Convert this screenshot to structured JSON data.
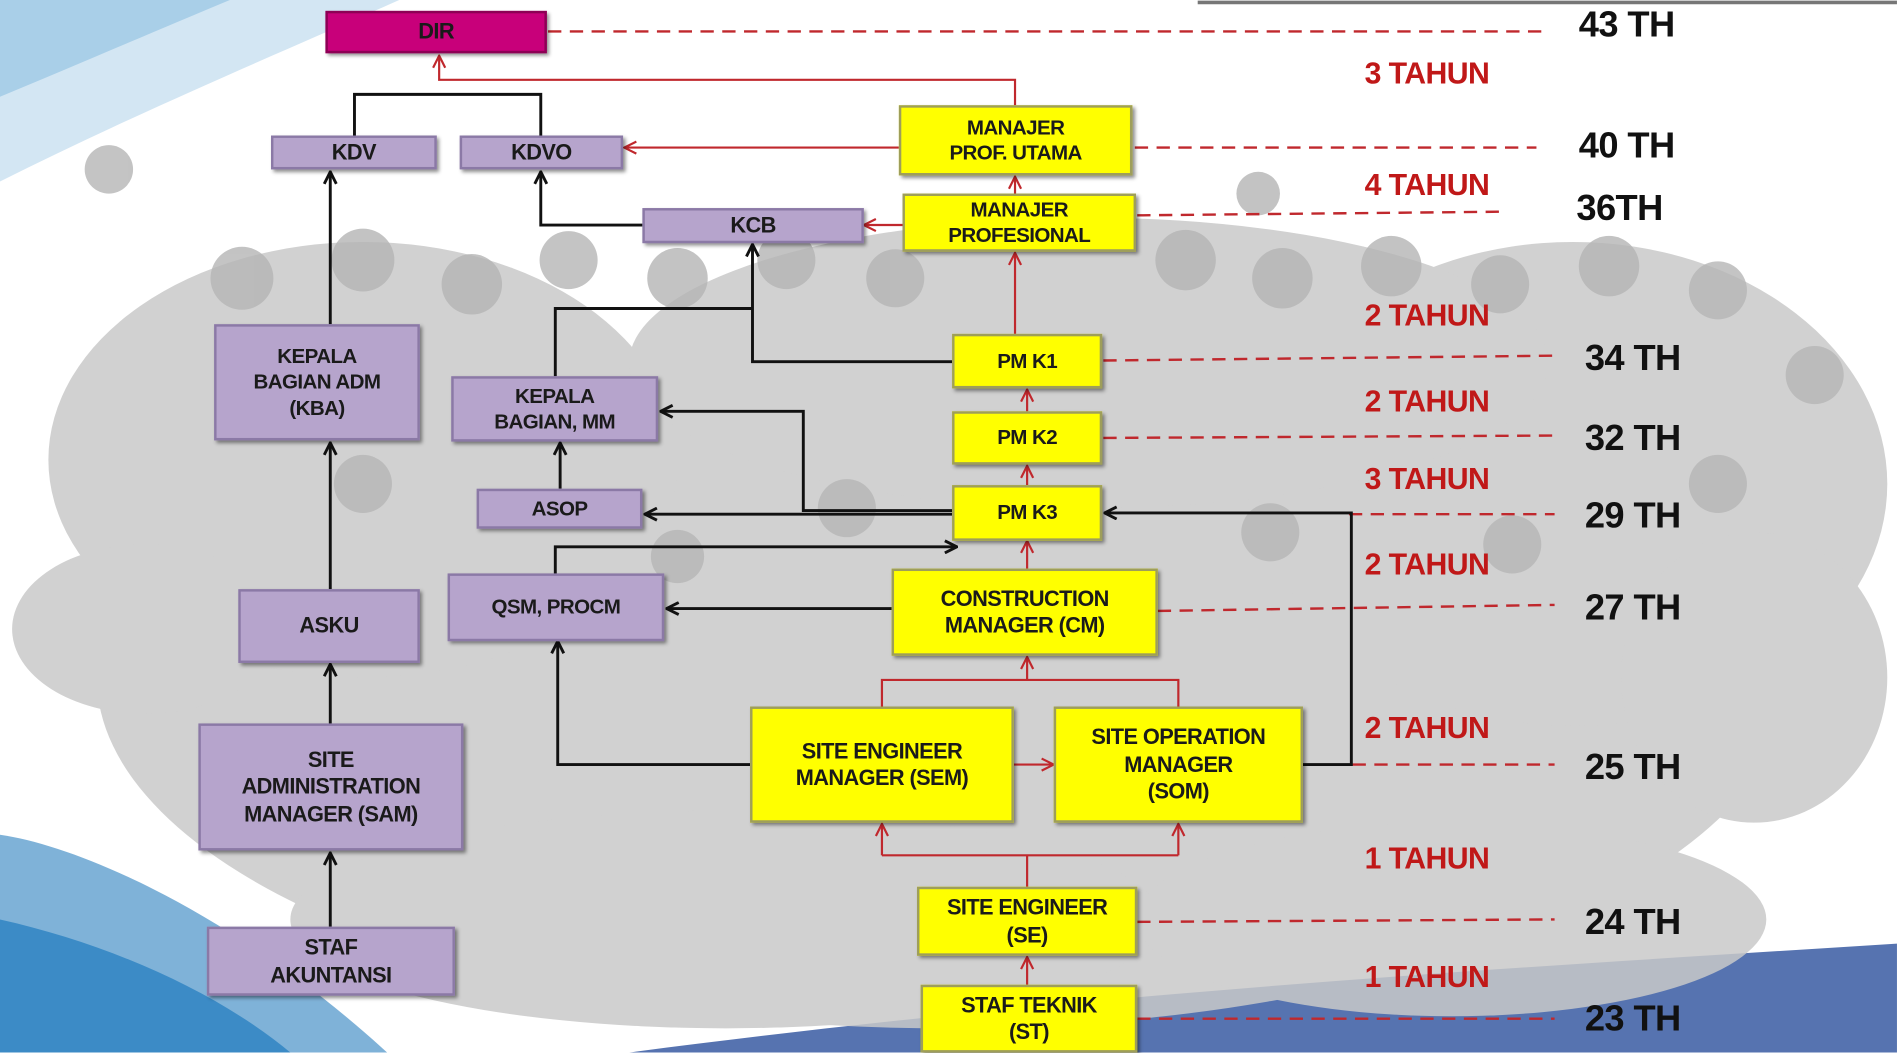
{
  "nodes": {
    "dir": "DIR",
    "kdv": "KDV",
    "kdvo": "KDVO",
    "kcb": "KCB",
    "manajer_prof_utama": "MANAJER\nPROF. UTAMA",
    "manajer_profesional": "MANAJER\nPROFESIONAL",
    "kba": "KEPALA\nBAGIAN ADM\n(KBA)",
    "kepala_bagian_mm": "KEPALA\nBAGIAN, MM",
    "asop": "ASOP",
    "pm_k1": "PM K1",
    "pm_k2": "PM K2",
    "pm_k3": "PM K3",
    "asku": "ASKU",
    "qsm_procm": "QSM, PROCM",
    "construction_manager": "CONSTRUCTION\nMANAGER (CM)",
    "site_engineer_manager": "SITE ENGINEER\nMANAGER (SEM)",
    "site_operation_manager": "SITE OPERATION\nMANAGER\n(SOM)",
    "site_administration_manager": "SITE\nADMINISTRATION\nMANAGER (SAM)",
    "site_engineer": "SITE ENGINEER\n(SE)",
    "staf_teknik": "STAF TEKNIK\n(ST)",
    "staf_akuntansi": "STAF\nAKUNTANSI"
  },
  "durations": [
    "3 TAHUN",
    "4 TAHUN",
    "2 TAHUN",
    "2 TAHUN",
    "3 TAHUN",
    "2 TAHUN",
    "2 TAHUN",
    "1 TAHUN",
    "1 TAHUN"
  ],
  "ages": [
    "43 TH",
    "40 TH",
    "36TH",
    "34 TH",
    "32 TH",
    "29 TH",
    "27 TH",
    "25 TH",
    "24 TH",
    "23 TH"
  ],
  "colors": {
    "dir_fill": "#c8007a",
    "purple_fill": "#b6a4cc",
    "yellow_fill": "#ffff00",
    "red_line": "#c0282d",
    "duration_text": "#c01818"
  }
}
